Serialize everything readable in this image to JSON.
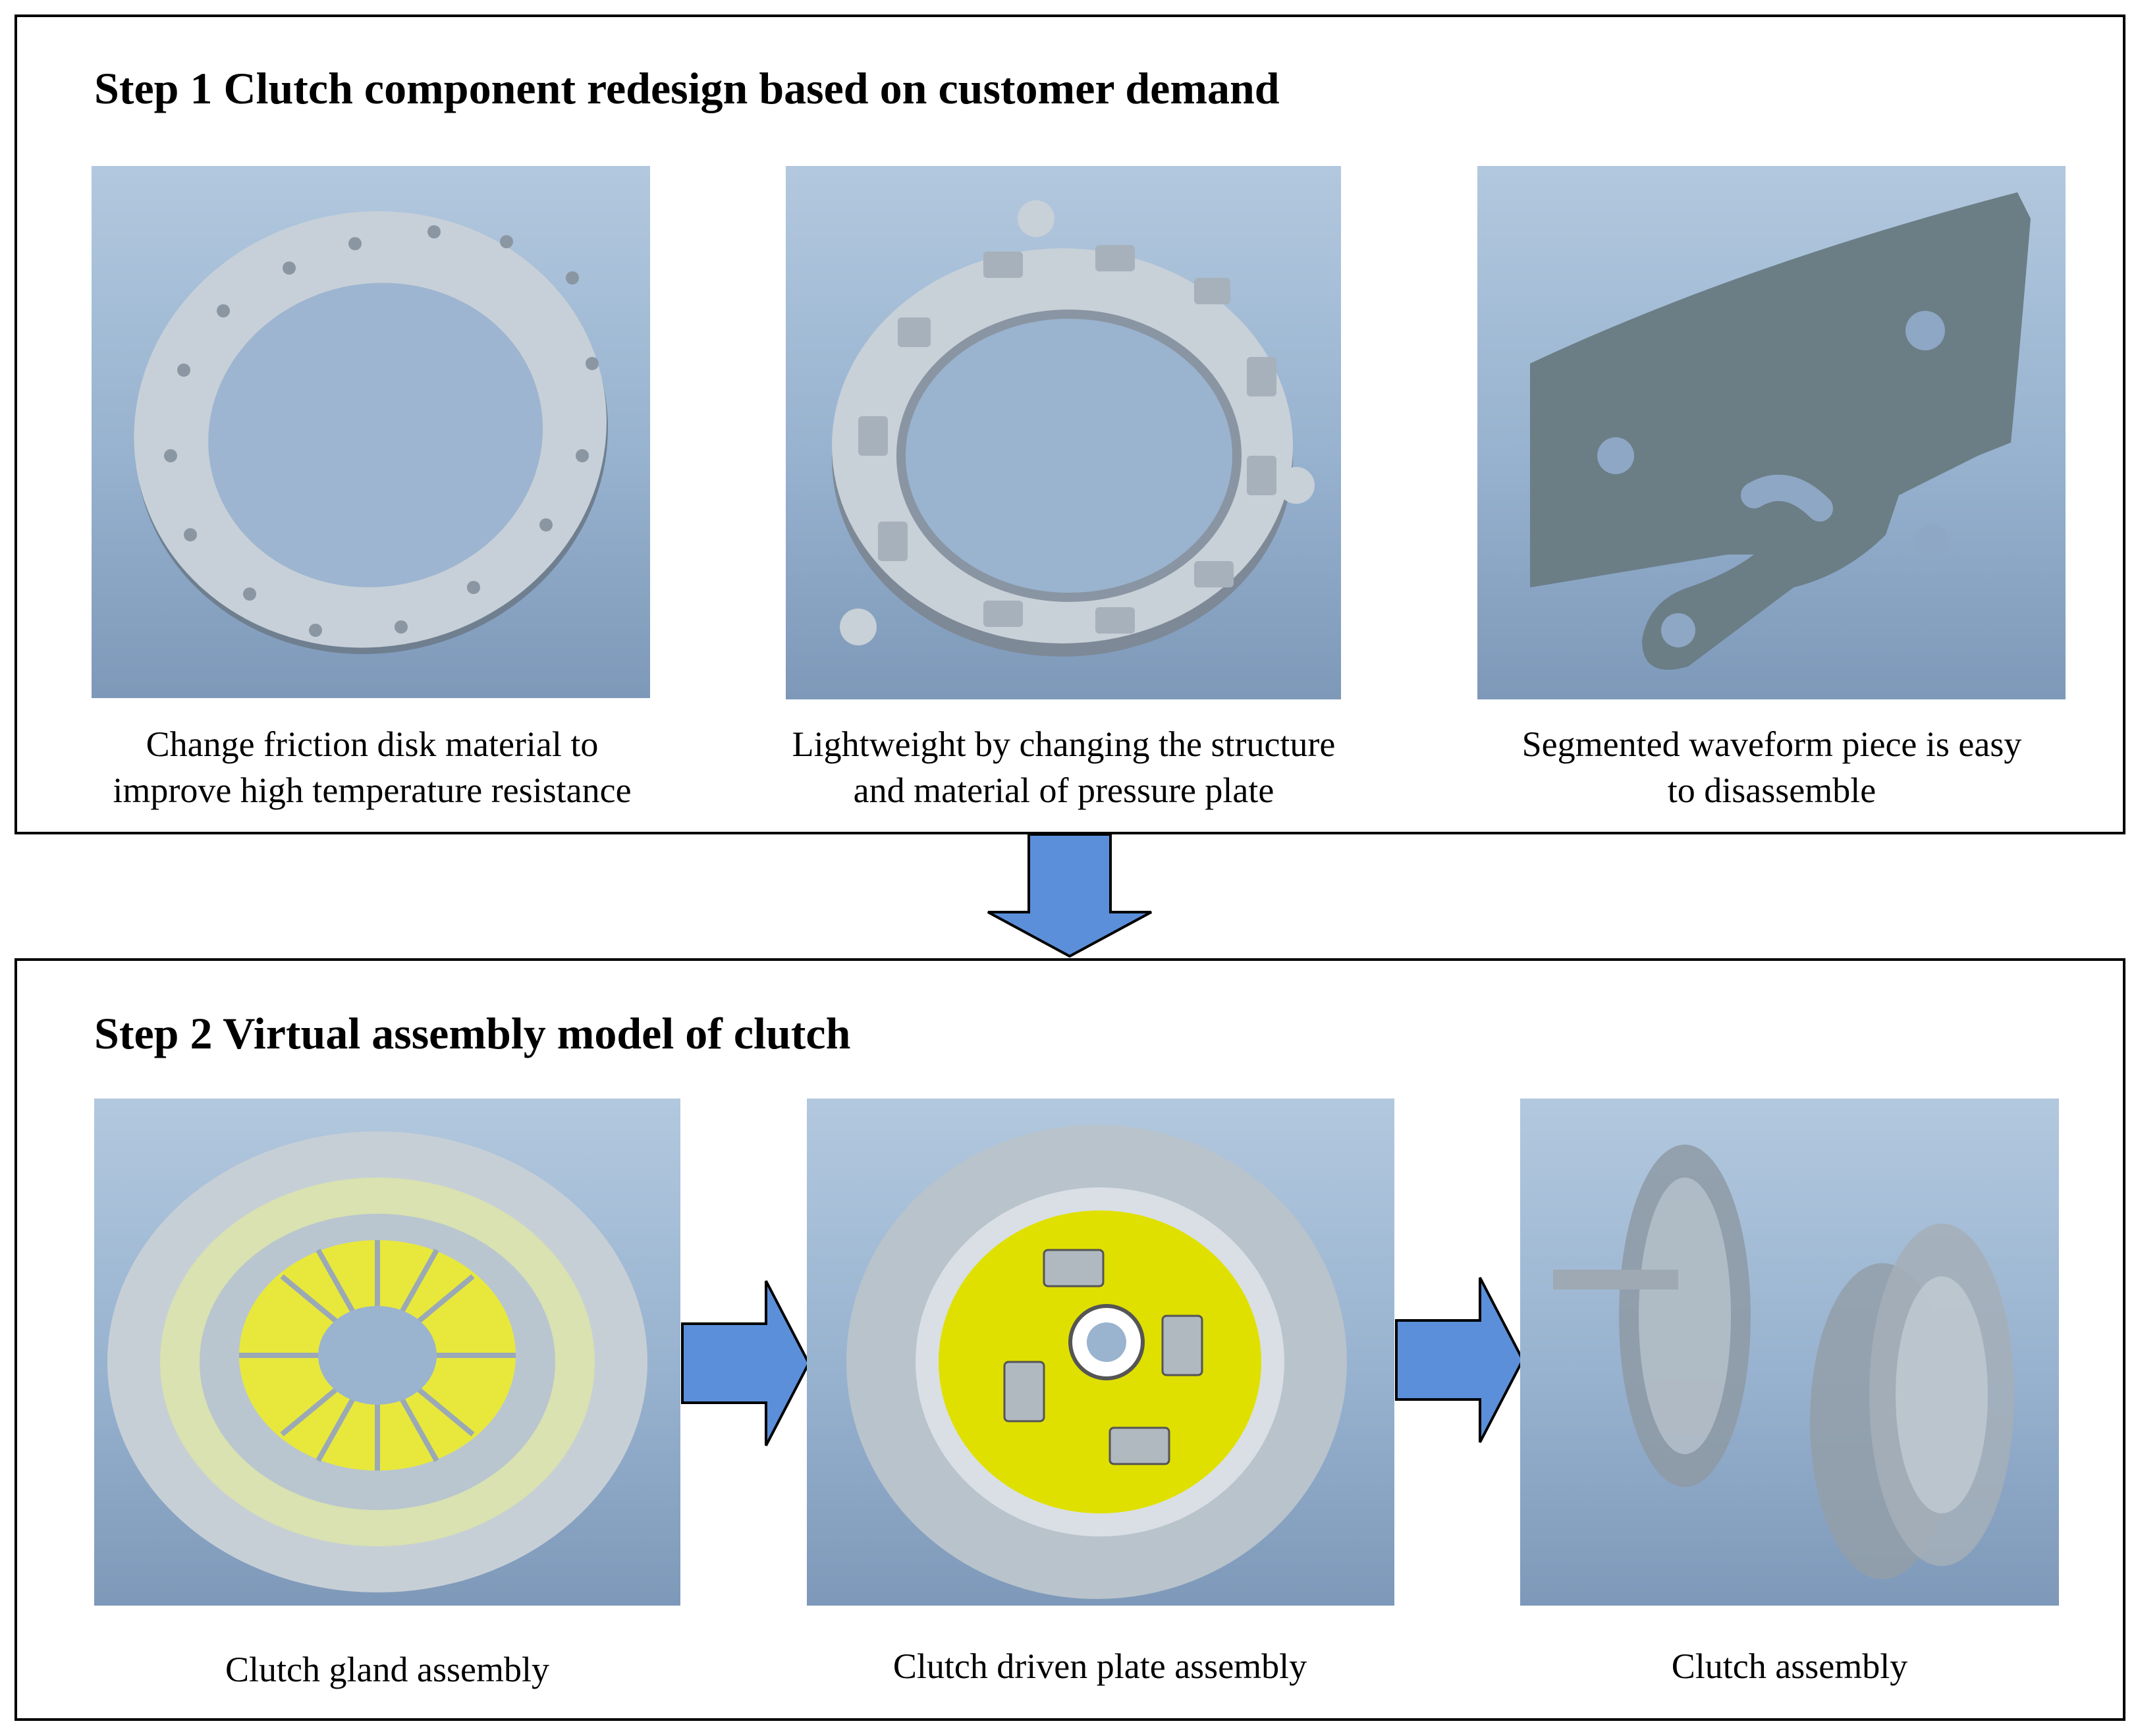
{
  "step1": {
    "title": "Step 1  Clutch component redesign based on customer demand",
    "items": [
      {
        "image_icon": "friction-disk-image",
        "caption_line1": "Change friction disk material to",
        "caption_line2": "improve high temperature resistance"
      },
      {
        "image_icon": "pressure-plate-image",
        "caption_line1": "Lightweight by changing the structure",
        "caption_line2": "and material of pressure plate"
      },
      {
        "image_icon": "waveform-piece-image",
        "caption_line1": "Segmented waveform piece is easy",
        "caption_line2": "to disassemble"
      }
    ]
  },
  "step2": {
    "title": "Step 2 Virtual assembly model of clutch",
    "items": [
      {
        "image_icon": "clutch-gland-assembly-image",
        "caption": "Clutch gland assembly"
      },
      {
        "image_icon": "clutch-driven-plate-image",
        "caption": "Clutch driven plate assembly"
      },
      {
        "image_icon": "clutch-assembly-image",
        "caption": "Clutch assembly"
      }
    ]
  },
  "colors": {
    "arrow_fill": "#5b8fd9",
    "render_bg_top": "#b2c8de",
    "render_bg_bottom": "#7e98b9",
    "part_gray": "#b8c3cc",
    "spring_yellow": "#e0e000"
  }
}
